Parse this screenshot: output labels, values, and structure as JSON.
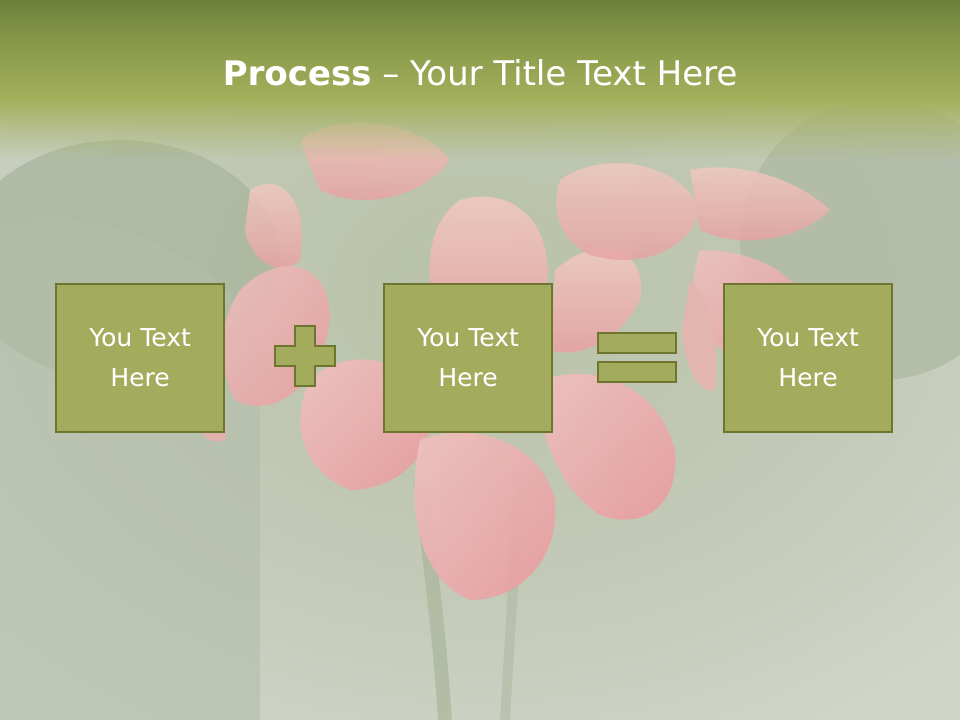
{
  "slide": {
    "title_bold": "Process",
    "title_rest": " – Your Title Text Here",
    "boxes": [
      {
        "line1": "You Text",
        "line2": "Here"
      },
      {
        "line1": "You Text",
        "line2": "Here"
      },
      {
        "line1": "You Text",
        "line2": "Here"
      }
    ],
    "operators": [
      "plus-icon",
      "equals-icon"
    ],
    "background_image": "pink-frangipani-flowers-photo"
  },
  "colors": {
    "header": "#8a9b4b",
    "box_fill": "#a3ab5d",
    "box_border": "#6e7530",
    "text": "#ffffff",
    "background": "#cdd4c6"
  }
}
